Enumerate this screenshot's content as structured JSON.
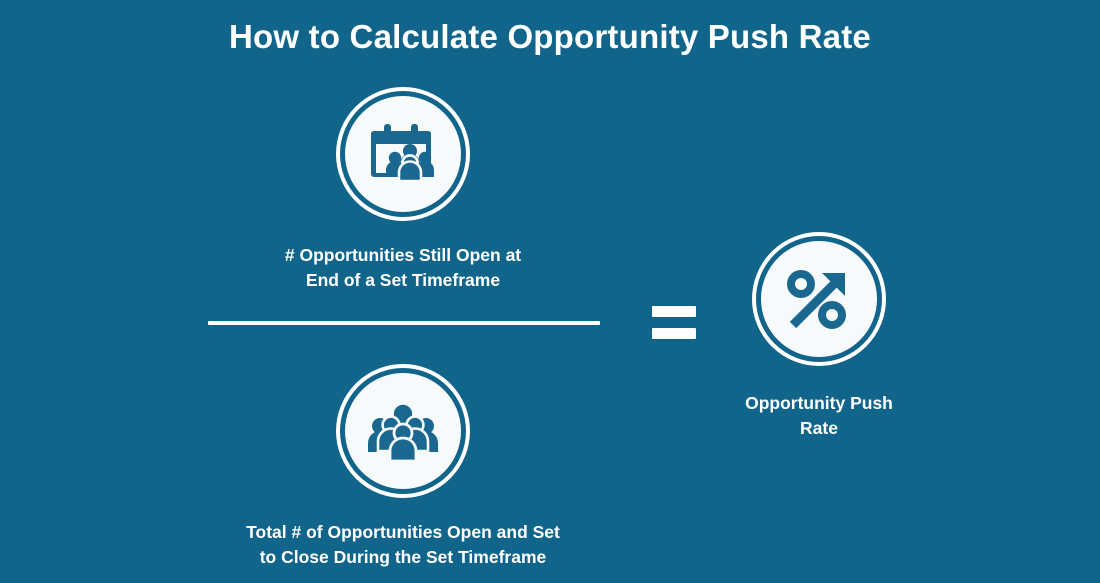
{
  "theme": {
    "background_color": "#11658b",
    "foreground_color": "#ffffff",
    "icon_fill_color": "#1a6890",
    "disc_color": "#f7fafb"
  },
  "header": {
    "title": "How to Calculate Opportunity Push Rate"
  },
  "formula": {
    "numerator": {
      "icon": "calendar-people-icon",
      "label_line1": "# Opportunities Still Open at",
      "label_line2": "End of a Set Timeframe"
    },
    "denominator": {
      "icon": "people-group-icon",
      "label_line1": "Total # of Opportunities Open and Set",
      "label_line2": "to Close During the Set Timeframe"
    },
    "operator": "=",
    "result": {
      "icon": "percent-arrow-up-icon",
      "label_line1": "Opportunity Push",
      "label_line2": "Rate"
    }
  }
}
